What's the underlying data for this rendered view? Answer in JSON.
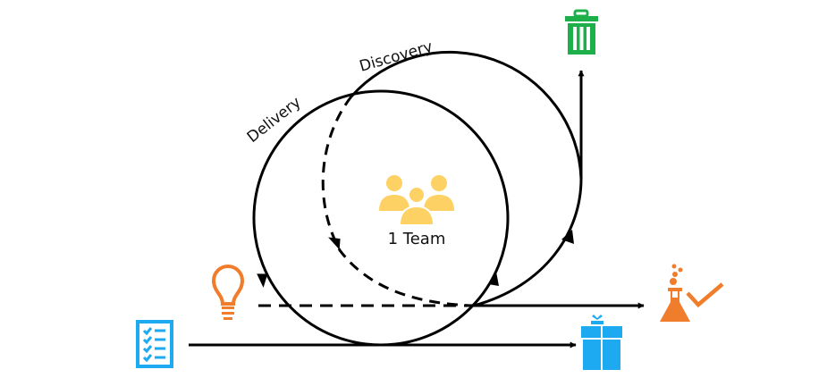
{
  "diagram": {
    "title": "Dual-track agile: Discovery and Delivery loops",
    "loops": [
      {
        "id": "delivery",
        "label": "Delivery",
        "style": "solid"
      },
      {
        "id": "discovery",
        "label": "Discovery",
        "style": "solid-and-dashed"
      }
    ],
    "center": {
      "icon": "team-icon",
      "label": "1 Team"
    },
    "nodes": [
      {
        "id": "backlog",
        "icon": "checklist-icon",
        "color": "#1EAAF1",
        "meaning": "backlog"
      },
      {
        "id": "idea",
        "icon": "lightbulb-icon",
        "color": "#F07D2C",
        "meaning": "idea"
      },
      {
        "id": "discard",
        "icon": "trash-icon",
        "color": "#1DB04A",
        "meaning": "discarded idea"
      },
      {
        "id": "validated",
        "icon": "flask-check-icon",
        "color": "#F07D2C",
        "meaning": "validated experiment"
      },
      {
        "id": "release",
        "icon": "gift-icon",
        "color": "#1EAAF1",
        "meaning": "delivered increment"
      }
    ],
    "edges": [
      {
        "from": "backlog",
        "to": "release",
        "via": "delivery",
        "style": "solid"
      },
      {
        "from": "idea",
        "to": "validated",
        "via": "discovery",
        "style": "dashed-then-solid"
      },
      {
        "from": "discovery",
        "to": "discard",
        "style": "solid"
      }
    ],
    "colors": {
      "line": "#000000",
      "team": "#FDD164",
      "orange": "#F07D2C",
      "green": "#1DB04A",
      "blue": "#1EAAF1"
    }
  }
}
